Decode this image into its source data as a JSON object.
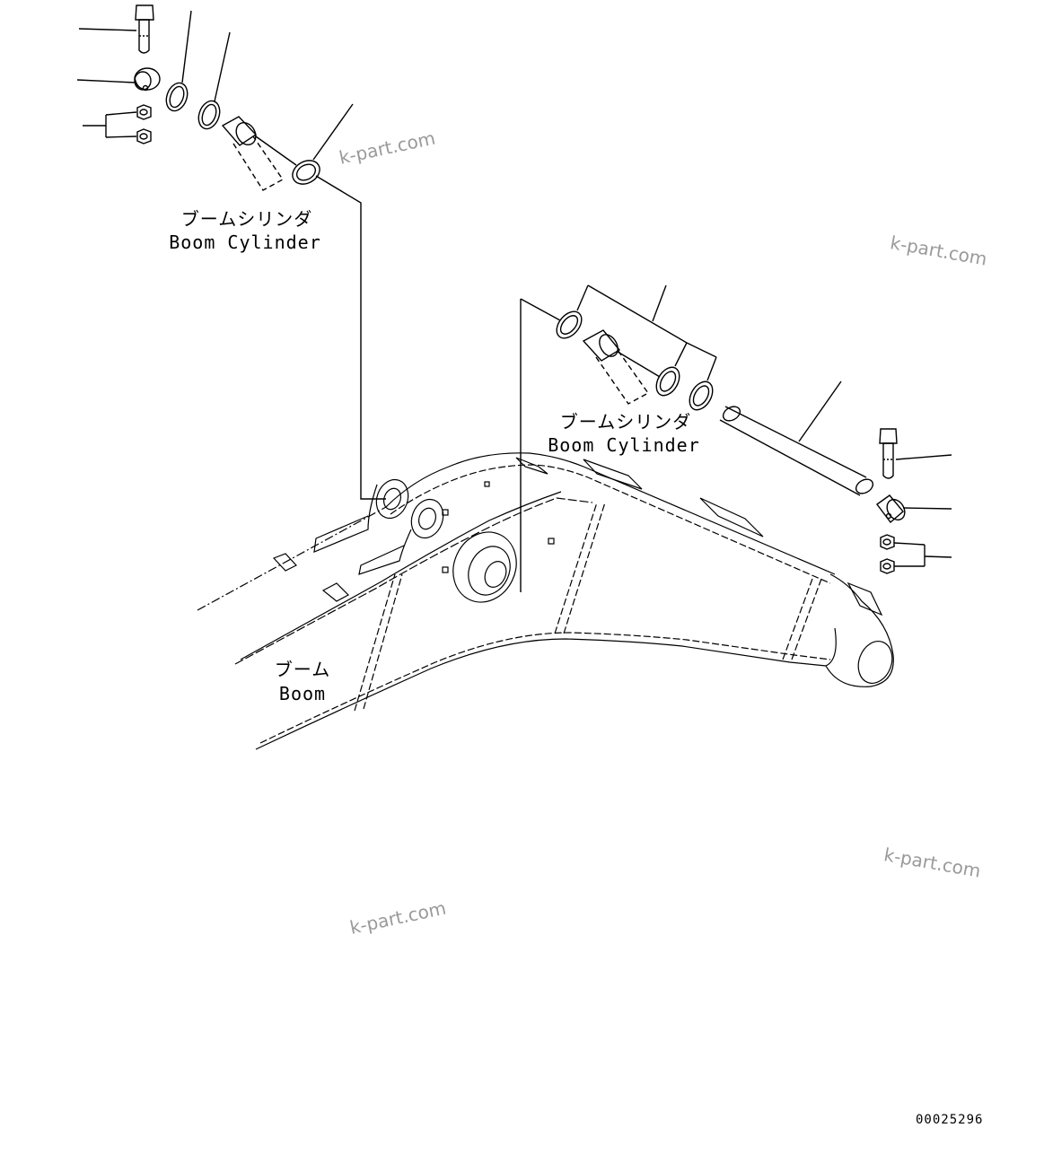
{
  "labels": {
    "boom_cylinder_left_jp": "ブームシリンダ",
    "boom_cylinder_left_en": "Boom Cylinder",
    "boom_cylinder_right_jp": "ブームシリンダ",
    "boom_cylinder_right_en": "Boom Cylinder",
    "boom_jp": "ブーム",
    "boom_en": "Boom"
  },
  "watermarks": [
    "k-part.com",
    "k-part.com",
    "k-part.com",
    "k-part.com"
  ],
  "document_number": "00025296"
}
